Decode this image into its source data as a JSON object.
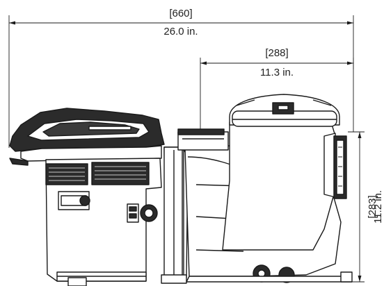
{
  "dimensions": {
    "overall_length": {
      "mm": "[660]",
      "inches": "26.0 in."
    },
    "inlet_to_end": {
      "mm": "[288]",
      "inches": "11.3 in."
    },
    "height": {
      "mm": "[283]",
      "inches": "11.2 in."
    }
  },
  "colors": {
    "line": "#1a1a1a",
    "fill_dark": "#2b2b2b",
    "fill_light": "#ffffff"
  }
}
